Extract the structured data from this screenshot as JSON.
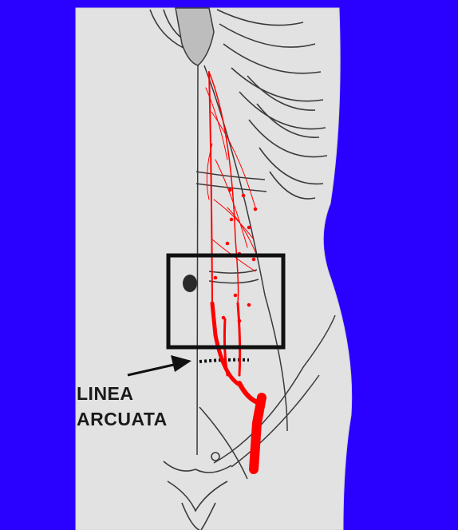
{
  "annotation": {
    "lines": [
      "LINEA",
      "ARCUATA"
    ]
  },
  "colors": {
    "background": "#2a00ff",
    "body": "#e2e2e2",
    "outline": "#3a3a3a",
    "vessel": "#ff0000",
    "frame": "#111111"
  },
  "icons": [
    "rib-cage",
    "sternum",
    "epigastric-artery",
    "umbilicus",
    "arrow",
    "highlight-box",
    "pubic-area"
  ]
}
